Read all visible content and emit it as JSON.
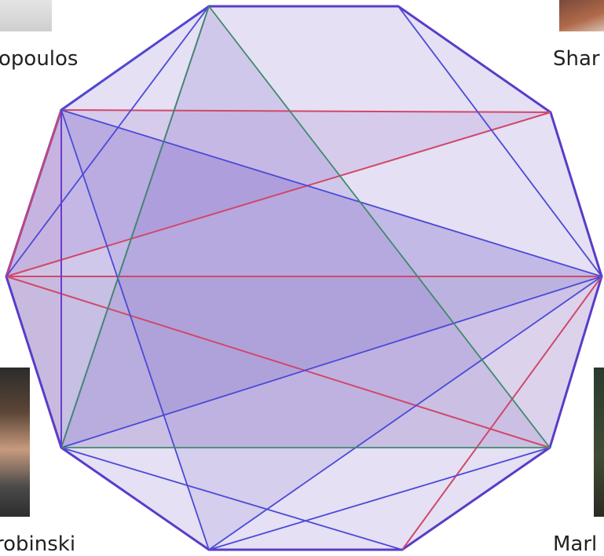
{
  "labels": {
    "top_left": "opoulos",
    "top_right": "Shar",
    "bottom_left": "robinski",
    "bottom_right": "Marl"
  },
  "colors": {
    "polygon_outline": "#5a3cc8",
    "fill": "#9a86d6",
    "red_edge": "#d0486a",
    "blue_edge": "#4a4ad8",
    "green_edge": "#3f8a6a"
  }
}
